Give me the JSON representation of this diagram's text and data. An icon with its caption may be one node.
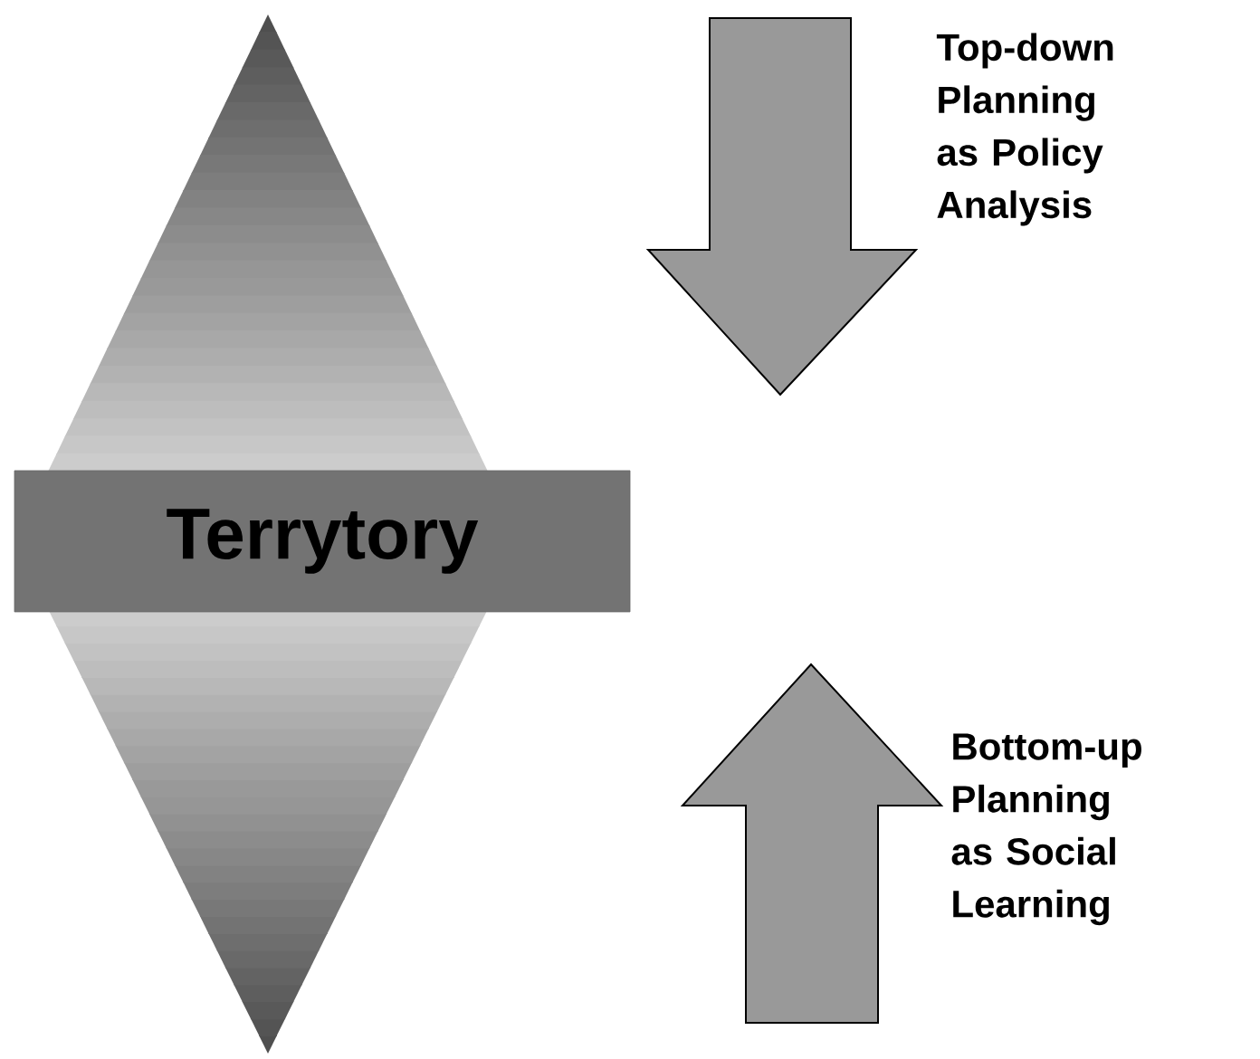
{
  "diagram": {
    "nodes": [
      {
        "text": [
          "Terrytory"
        ]
      }
    ],
    "labels": [
      "Top-down Planning as Policy Analysis",
      "Bottom-up Planning as Social Learning"
    ]
  }
}
